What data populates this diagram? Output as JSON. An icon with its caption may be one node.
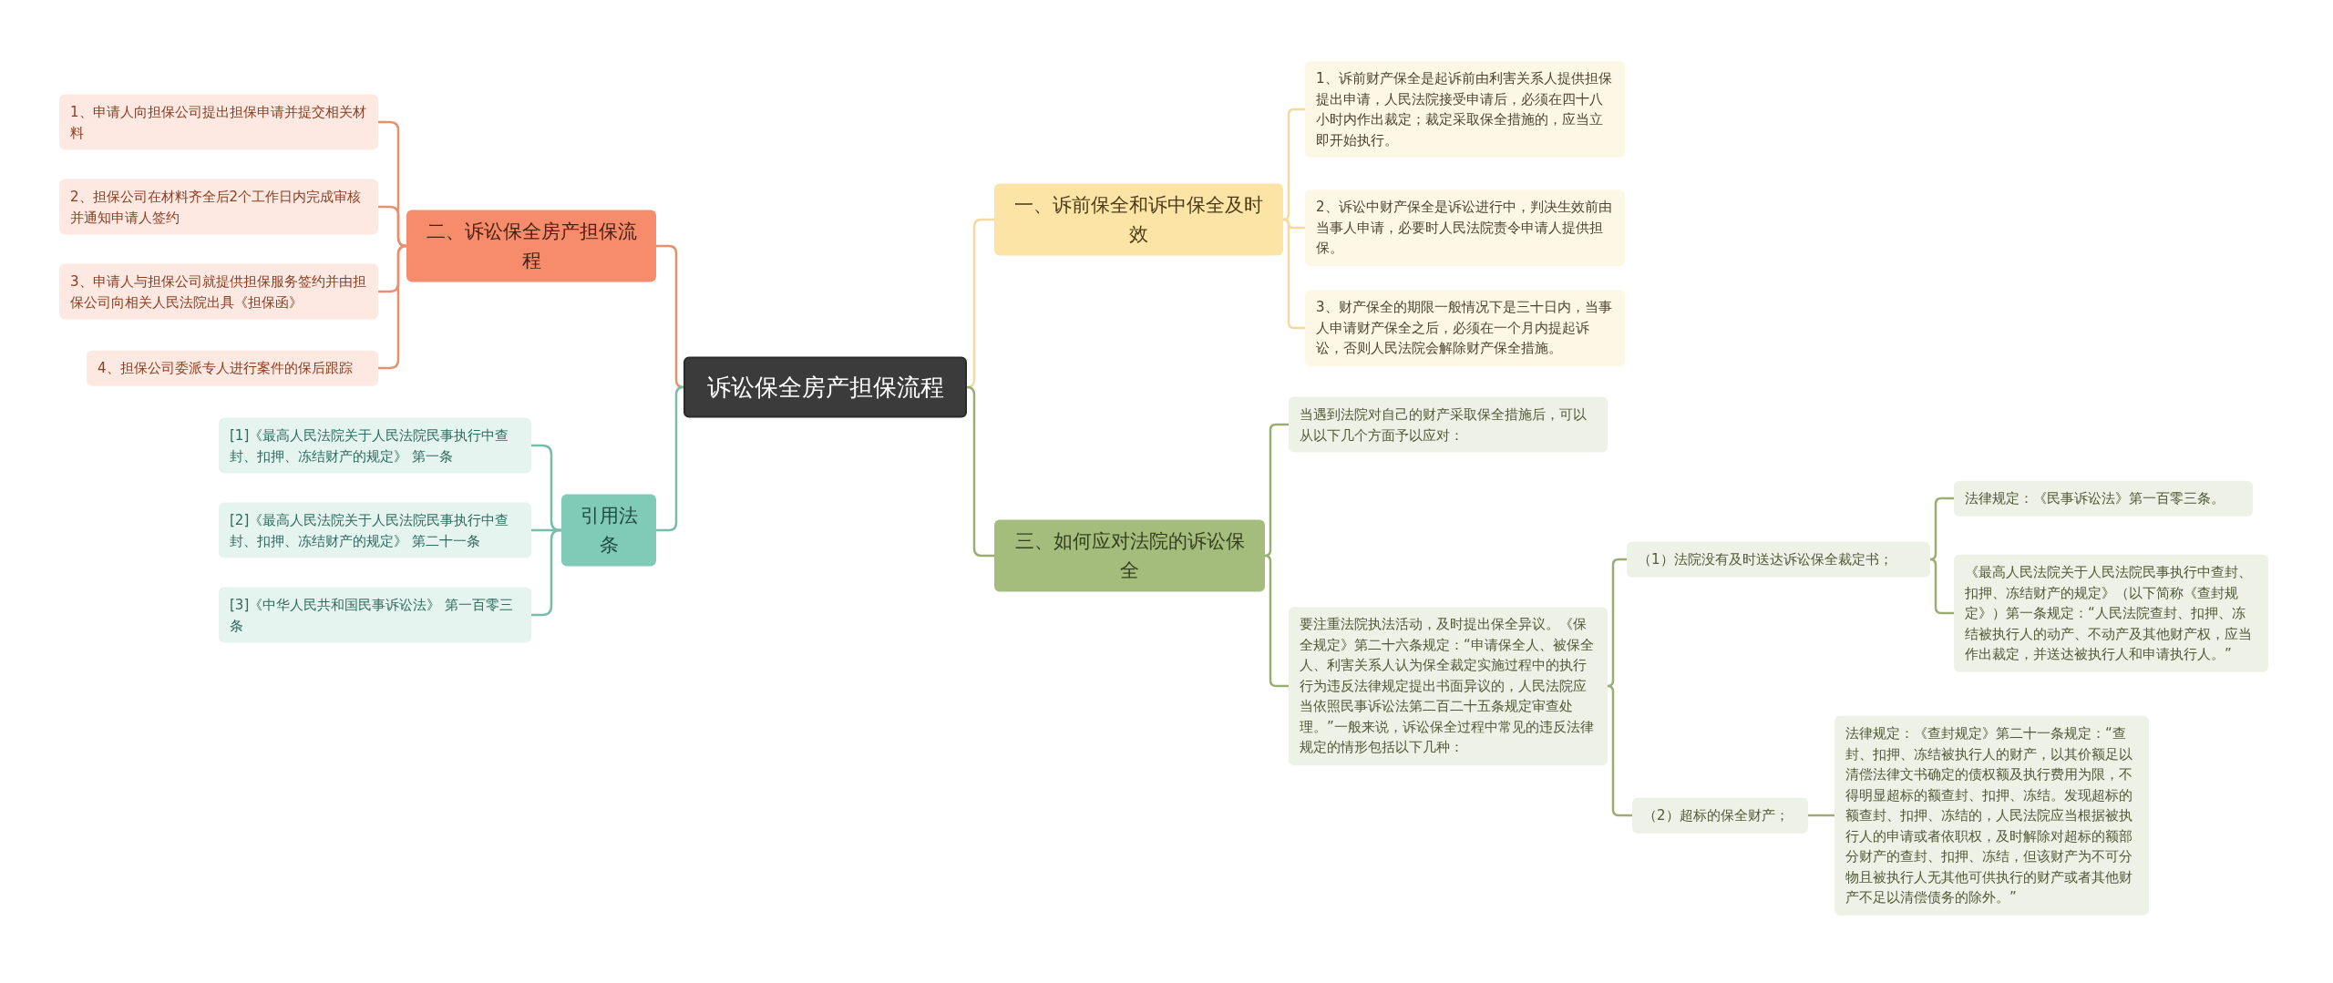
{
  "diagram": {
    "nodes": [
      {
        "text": [
          "诉讼保全房产担保流程"
        ]
      },
      {
        "text": [
          "一、诉前保全和诉中保全及时效"
        ]
      },
      {
        "text": [
          "1、诉前财产保全是起诉前由利害关系人提供担保提出申请，人民法院接受申请后，必须在四十八小时内作出裁定；裁定采取保全措施的，应当立即开始执行。"
        ]
      },
      {
        "text": [
          "2、诉讼中财产保全是诉讼进行中，判决生效前由当事人申请，必要时人民法院责令申请人提供担保。"
        ]
      },
      {
        "text": [
          "3、财产保全的期限一般情况下是三十日内，当事人申请财产保全之后，必须在一个月内提起诉讼，否则人民法院会解除财产保全措施。"
        ]
      },
      {
        "text": [
          "三、如何应对法院的诉讼保全"
        ]
      },
      {
        "text": [
          "当遇到法院对自己的财产采取保全措施后，可以从以下几个方面予以应对："
        ]
      },
      {
        "text": [
          "要注重法院执法活动，及时提出保全异议。《保全规定》第二十六条规定：“申请保全人、被保全人、利害关系人认为保全裁定实施过程中的执行行为违反法律规定提出书面异议的，人民法院应当依照民事诉讼法第二百二十五条规定审查处理。”一般来说，诉讼保全过程中常见的违反法律规定的情形包括以下几种："
        ]
      },
      {
        "text": [
          "（1）法院没有及时送达诉讼保全裁定书；"
        ]
      },
      {
        "text": [
          "法律规定：《民事诉讼法》第一百零三条。"
        ]
      },
      {
        "text": [
          "《最高人民法院关于人民法院民事执行中查封、扣押、冻结财产的规定》（以下简称《查封规定》）第一条规定：“人民法院查封、扣押、冻结被执行人的动产、不动产及其他财产权，应当作出裁定，并送达被执行人和申请执行人。”"
        ]
      },
      {
        "text": [
          "（2）超标的保全财产；"
        ]
      },
      {
        "text": [
          "法律规定：《查封规定》第二十一条规定：“查封、扣押、冻结被执行人的财产，以其价额足以清偿法律文书确定的债权额及执行费用为限，不得明显超标的额查封、扣押、冻结。发现超标的额查封、扣押、冻结的，人民法院应当根据被执行人的申请或者依职权，及时解除对超标的额部分财产的查封、扣押、冻结，但该财产为不可分物且被执行人无其他可供执行的财产或者其他财产不足以清偿债务的除外。”"
        ]
      },
      {
        "text": [
          "二、诉讼保全房产担保流程"
        ]
      },
      {
        "text": [
          "1、申请人向担保公司提出担保申请并提交相关材料"
        ]
      },
      {
        "text": [
          "2、担保公司在材料齐全后2个工作日内完成审核并通知申请人签约"
        ]
      },
      {
        "text": [
          "3、申请人与担保公司就提供担保服务签约并由担保公司向相关人民法院出具《担保函》"
        ]
      },
      {
        "text": [
          "4、担保公司委派专人进行案件的保后跟踪"
        ]
      },
      {
        "text": [
          "引用法条"
        ]
      },
      {
        "text": [
          "[1]《最高人民法院关于人民法院民事执行中查封、扣押、冻结财产的规定》 第一条"
        ]
      },
      {
        "text": [
          "[2]《最高人民法院关于人民法院民事执行中查封、扣押、冻结财产的规定》 第二十一条"
        ]
      },
      {
        "text": [
          "[3]《中华人民共和国民事诉讼法》 第一百零三条"
        ]
      }
    ],
    "edges": [
      {
        "from": 0,
        "to": 1,
        "arrow": "none",
        "color": "#f5d9a0"
      },
      {
        "from": 1,
        "to": 2,
        "arrow": "none",
        "color": "#f5d9a0"
      },
      {
        "from": 1,
        "to": 3,
        "arrow": "none",
        "color": "#f5d9a0"
      },
      {
        "from": 1,
        "to": 4,
        "arrow": "none",
        "color": "#f5d9a0"
      },
      {
        "from": 0,
        "to": 5,
        "arrow": "none",
        "color": "#9aae74"
      },
      {
        "from": 5,
        "to": 6,
        "arrow": "none",
        "color": "#9aae74"
      },
      {
        "from": 5,
        "to": 7,
        "arrow": "none",
        "color": "#9aae74"
      },
      {
        "from": 7,
        "to": 8,
        "arrow": "none",
        "color": "#9aae74"
      },
      {
        "from": 8,
        "to": 9,
        "arrow": "none",
        "color": "#9aae74"
      },
      {
        "from": 8,
        "to": 10,
        "arrow": "none",
        "color": "#9aae74"
      },
      {
        "from": 7,
        "to": 11,
        "arrow": "none",
        "color": "#9aae74"
      },
      {
        "from": 11,
        "to": 12,
        "arrow": "none",
        "color": "#9aae74"
      },
      {
        "from": 0,
        "to": 13,
        "arrow": "none",
        "color": "#e8906e"
      },
      {
        "from": 13,
        "to": 14,
        "arrow": "none",
        "color": "#e8906e"
      },
      {
        "from": 13,
        "to": 15,
        "arrow": "none",
        "color": "#e8906e"
      },
      {
        "from": 13,
        "to": 16,
        "arrow": "none",
        "color": "#e8906e"
      },
      {
        "from": 13,
        "to": 17,
        "arrow": "none",
        "color": "#e8906e"
      },
      {
        "from": 0,
        "to": 18,
        "arrow": "none",
        "color": "#78bca9"
      },
      {
        "from": 18,
        "to": 19,
        "arrow": "none",
        "color": "#78bca9"
      },
      {
        "from": 18,
        "to": 20,
        "arrow": "none",
        "color": "#78bca9"
      },
      {
        "from": 18,
        "to": 21,
        "arrow": "none",
        "color": "#78bca9"
      }
    ]
  }
}
